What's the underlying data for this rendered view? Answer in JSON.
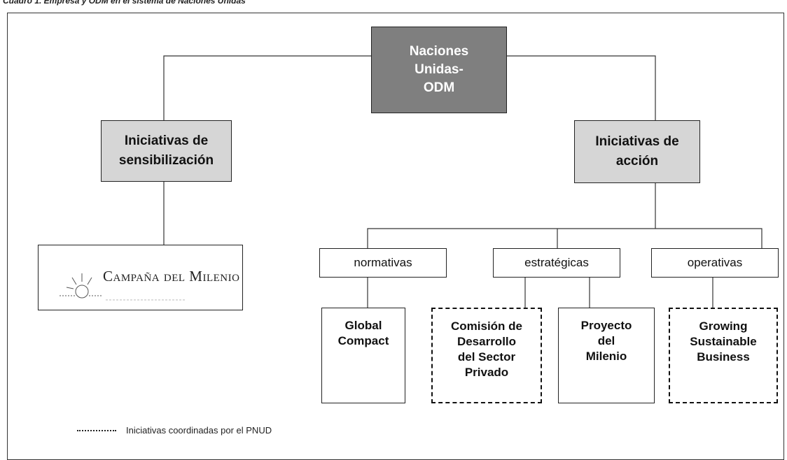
{
  "caption": "Cuadro 1. Empresa y ODM en el sistema de Naciones Unidas",
  "root": {
    "label": "Naciones\nUnidas-\nODM"
  },
  "branches": {
    "left": {
      "label": "Iniciativas de\nsensibilización"
    },
    "right": {
      "label": "Iniciativas de\nacción"
    }
  },
  "logo": {
    "text": "Campaña del Milenio"
  },
  "categories": [
    {
      "label": "normativas"
    },
    {
      "label": "estratégicas"
    },
    {
      "label": "operativas"
    }
  ],
  "leaves": [
    {
      "label": "Global\nCompact",
      "pnud": false
    },
    {
      "label": "Comisión de\nDesarrollo\ndel Sector\nPrivado",
      "pnud": true
    },
    {
      "label": "Proyecto\ndel\nMilenio",
      "pnud": false
    },
    {
      "label": "Growing\nSustainable\nBusiness",
      "pnud": true
    }
  ],
  "legend": {
    "label": "Iniciativas coordinadas por el PNUD"
  }
}
